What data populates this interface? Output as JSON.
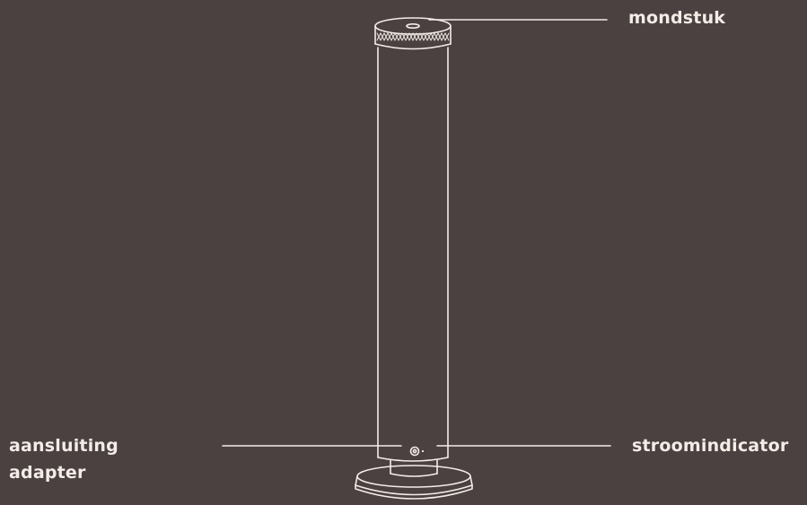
{
  "labels": {
    "mouthpiece": "mondstuk",
    "power_indicator": "stroomindicator",
    "adapter_connection": [
      "aansluiting",
      "adapter"
    ]
  },
  "colors": {
    "background": "#4b4141",
    "line": "#f3ede7"
  },
  "icons": {
    "device": "vaporizer-outline",
    "indicator": "power-led-dot"
  }
}
